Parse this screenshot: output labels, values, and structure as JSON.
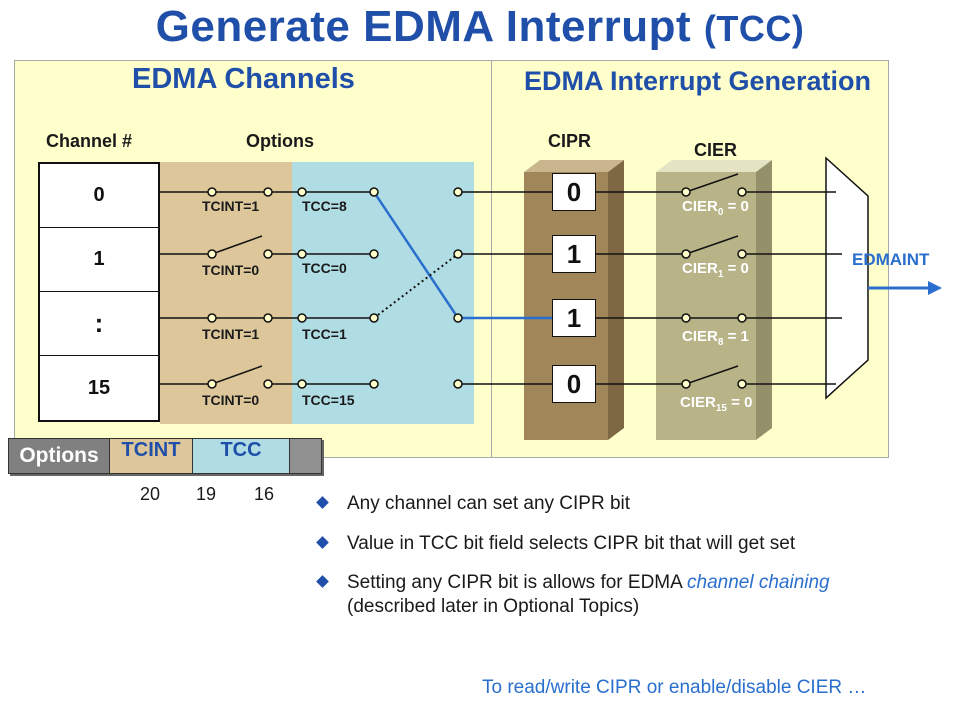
{
  "title": {
    "main": "Generate EDMA Interrupt",
    "suffix": "(TCC)"
  },
  "left_panel": {
    "heading": "EDMA Channels",
    "col_channel": "Channel #",
    "col_options": "Options",
    "channels": [
      "0",
      "1",
      ":",
      "15"
    ],
    "tcint_labels": [
      "TCINT=1",
      "TCINT=0",
      "TCINT=1",
      "TCINT=0"
    ],
    "tcc_labels": [
      "TCC=8",
      "TCC=0",
      "TCC=1",
      "TCC=15"
    ]
  },
  "right_panel": {
    "heading": "EDMA Interrupt Generation",
    "cipr_head": "CIPR",
    "cier_head": "CIER",
    "cipr_bits": [
      "0",
      "1",
      "1",
      "0"
    ],
    "cier": [
      {
        "name": "CIER",
        "sub": "0",
        "value": "= 0"
      },
      {
        "name": "CIER",
        "sub": "1",
        "value": "= 0"
      },
      {
        "name": "CIER",
        "sub": "8",
        "value": "= 1"
      },
      {
        "name": "CIER",
        "sub": "15",
        "value": "= 0"
      }
    ],
    "output": "EDMAINT"
  },
  "options_register": {
    "name": "Options",
    "tcint": "TCINT",
    "tcc": "TCC",
    "bits": [
      "20",
      "19",
      "16"
    ]
  },
  "bullets": {
    "b1": "Any channel can set any CIPR bit",
    "b2": "Value in TCC bit field selects CIPR bit that will get set",
    "b3_pre": "Setting any CIPR bit is allows for EDMA ",
    "b3_italic": "channel chaining",
    "b3_line2": "(described later in Optional Topics)"
  },
  "footer": "To read/write CIPR or enable/disable CIER …",
  "colors": {
    "title_blue": "#1f4fa8",
    "panel_yellow": "#ffffcc",
    "tcint_tan": "#ddc79a",
    "tcc_blue": "#b0dde4",
    "cipr_tan": "#a08658",
    "cier_gray": "#b8b488",
    "accent_blue": "#2a6fce"
  }
}
